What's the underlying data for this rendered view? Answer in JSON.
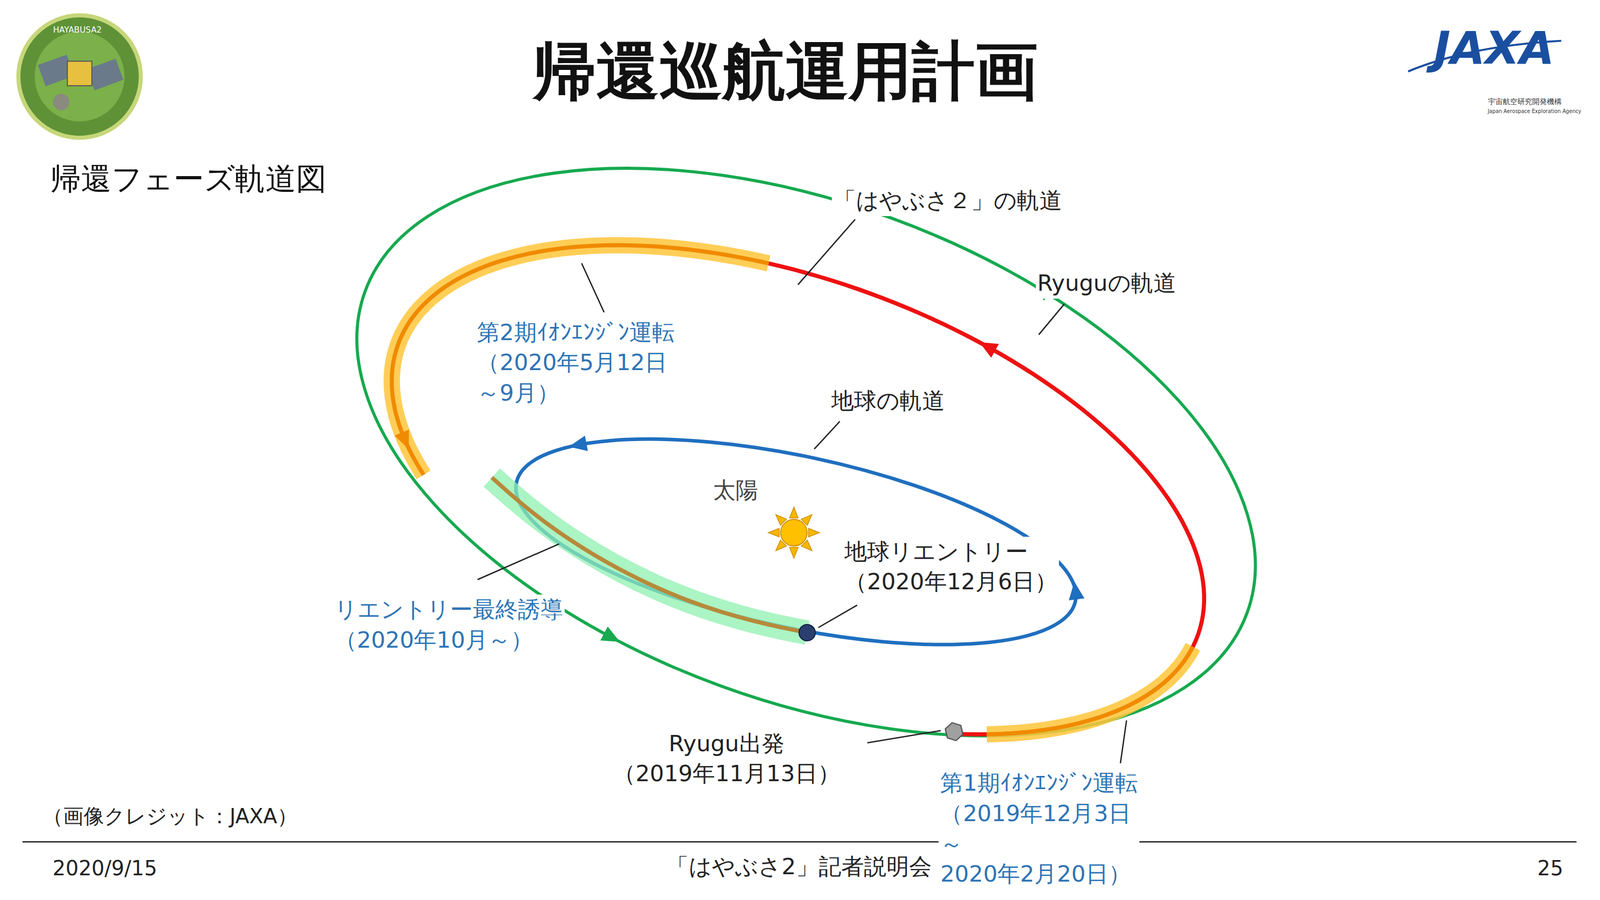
{
  "diagram": {
    "title": "帰還巡航運用計画",
    "labels": [
      "帰還フェーズ軌道図",
      "「はやぶさ２」の軌道",
      "Ryuguの軌道",
      "第2期ｲｵﾝｴﾝｼﾞﾝ運転 （2020年5月12日～9月）",
      "地球の軌道",
      "太陽",
      "地球リエントリー （2020年12月6日）",
      "リエントリー最終誘導 （2020年10月～）",
      "Ryugu出発 （2019年11月13日）",
      "第1期ｲｵﾝｴﾝｼﾞﾝ運転 （2019年12月3日～2020年2月20日）",
      "（画像クレジット：JAXA）",
      "2020/9/15",
      "「はやぶさ2」記者説明会",
      "25",
      "HAYABUSA2",
      "JAXA",
      "宇宙航空研究開発機構",
      "Japan Aerospace Exploration Agency"
    ]
  }
}
